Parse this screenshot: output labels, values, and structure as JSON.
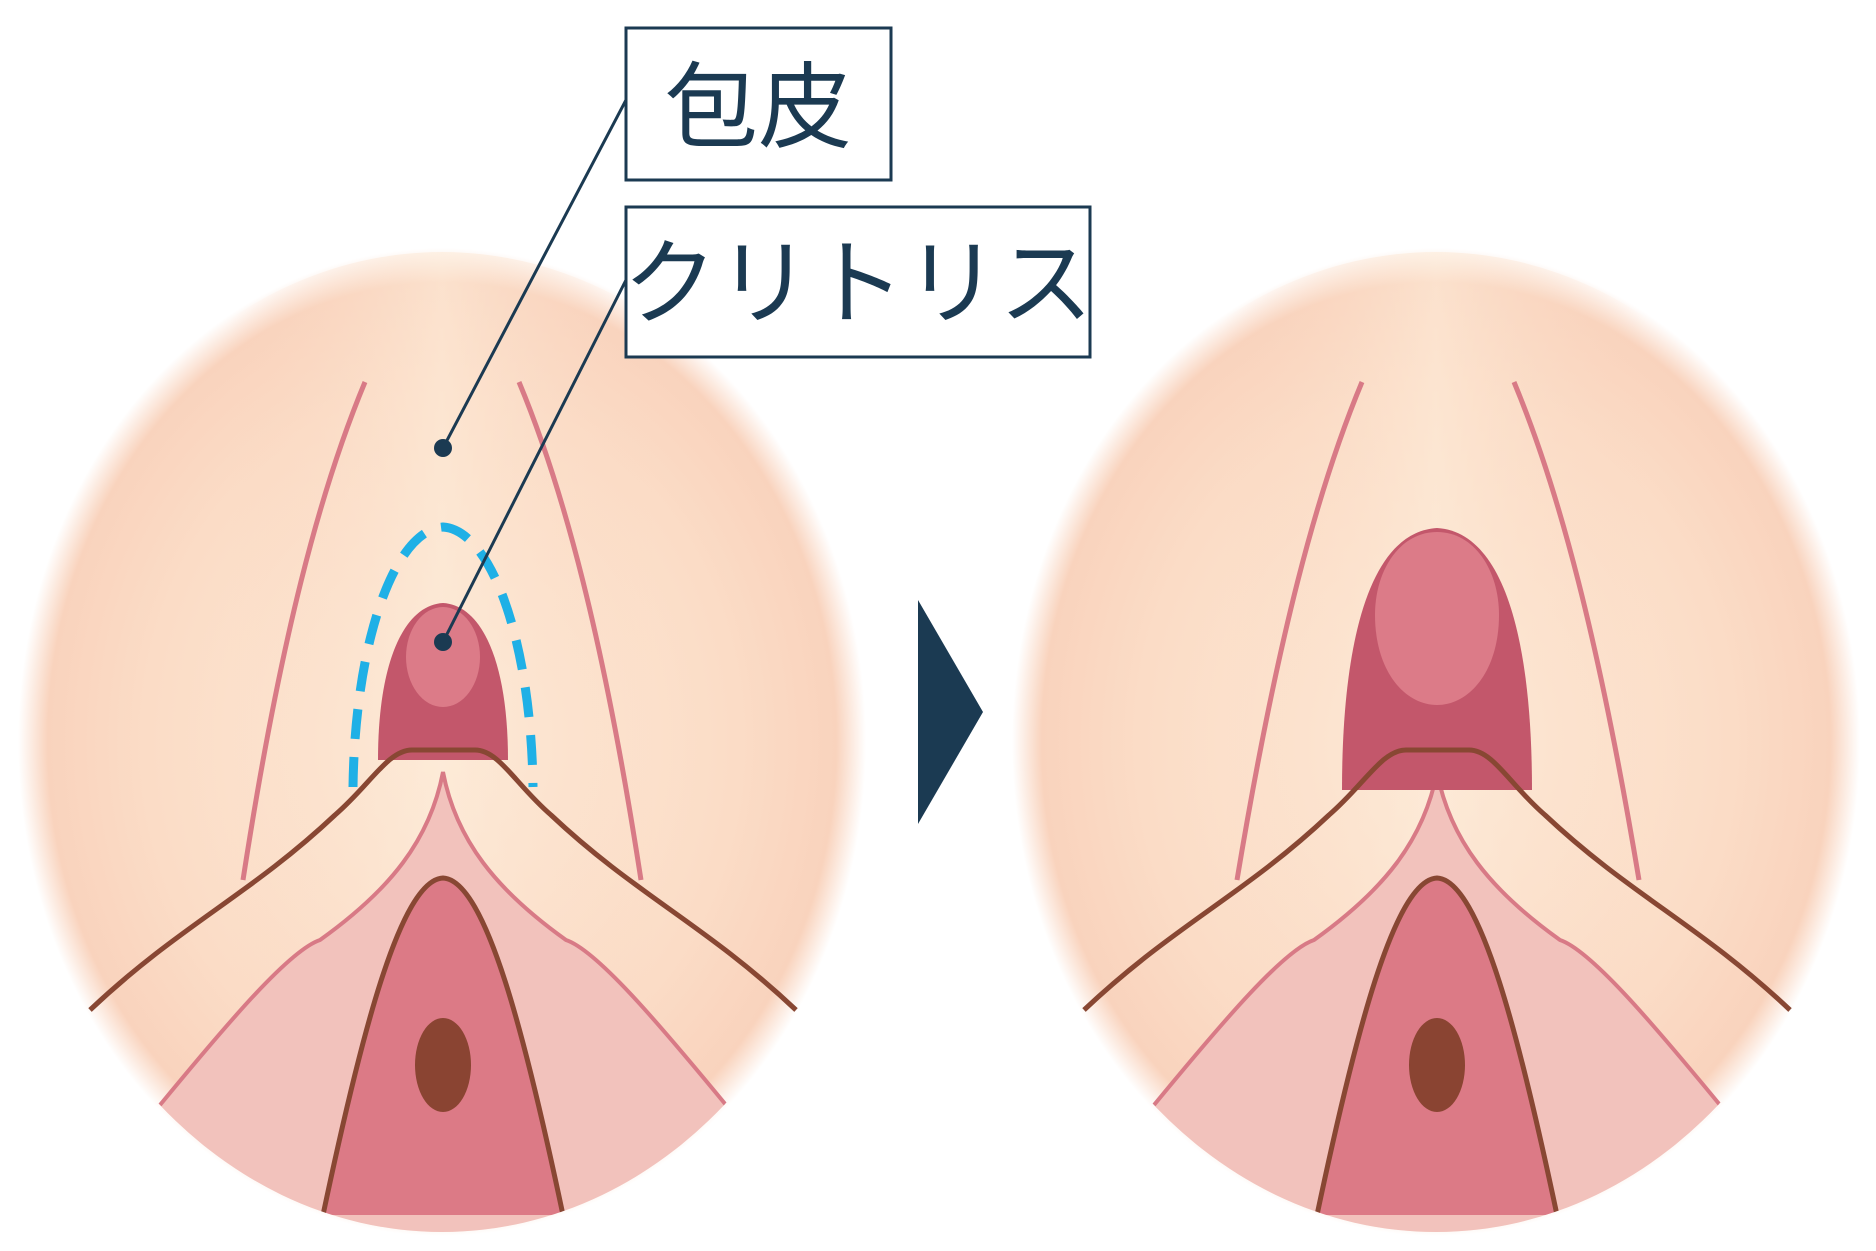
{
  "labels": {
    "prepuce": "包皮",
    "clitoris": "クリトリス"
  },
  "colors": {
    "skin_outer": "#f9d3bd",
    "skin_center": "#fdebd8",
    "labia_minora": "#f2c2bc",
    "vestibule": "#dc7a86",
    "glans": "#c3576b",
    "glans_light": "#dc7b88",
    "outline_dark": "#884733",
    "outline_pink": "#d87a86",
    "hole": "#8a4432",
    "dashed_blue": "#1fb0e6",
    "navy": "#1b3a52"
  },
  "panels": [
    {
      "id": "before",
      "hood_shown": true
    },
    {
      "id": "after",
      "hood_shown": false
    }
  ]
}
